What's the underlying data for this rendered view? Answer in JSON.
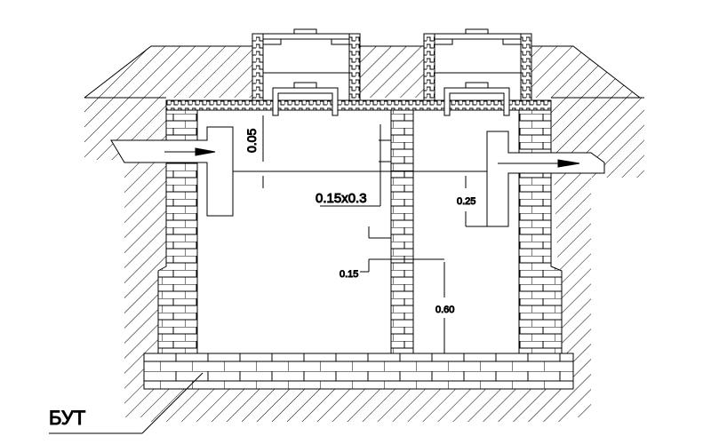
{
  "diagram": {
    "subject": "septic-tank-cross-section",
    "labels": {
      "inlet_gap": "0.05",
      "overflow_opening": "0.15x0.3",
      "outlet_depth": "0.25",
      "opening_offset": "0.15",
      "partition_height": "0.60",
      "foundation": "БУТ"
    },
    "colors": {
      "line": "#000000",
      "background": "#ffffff"
    }
  }
}
